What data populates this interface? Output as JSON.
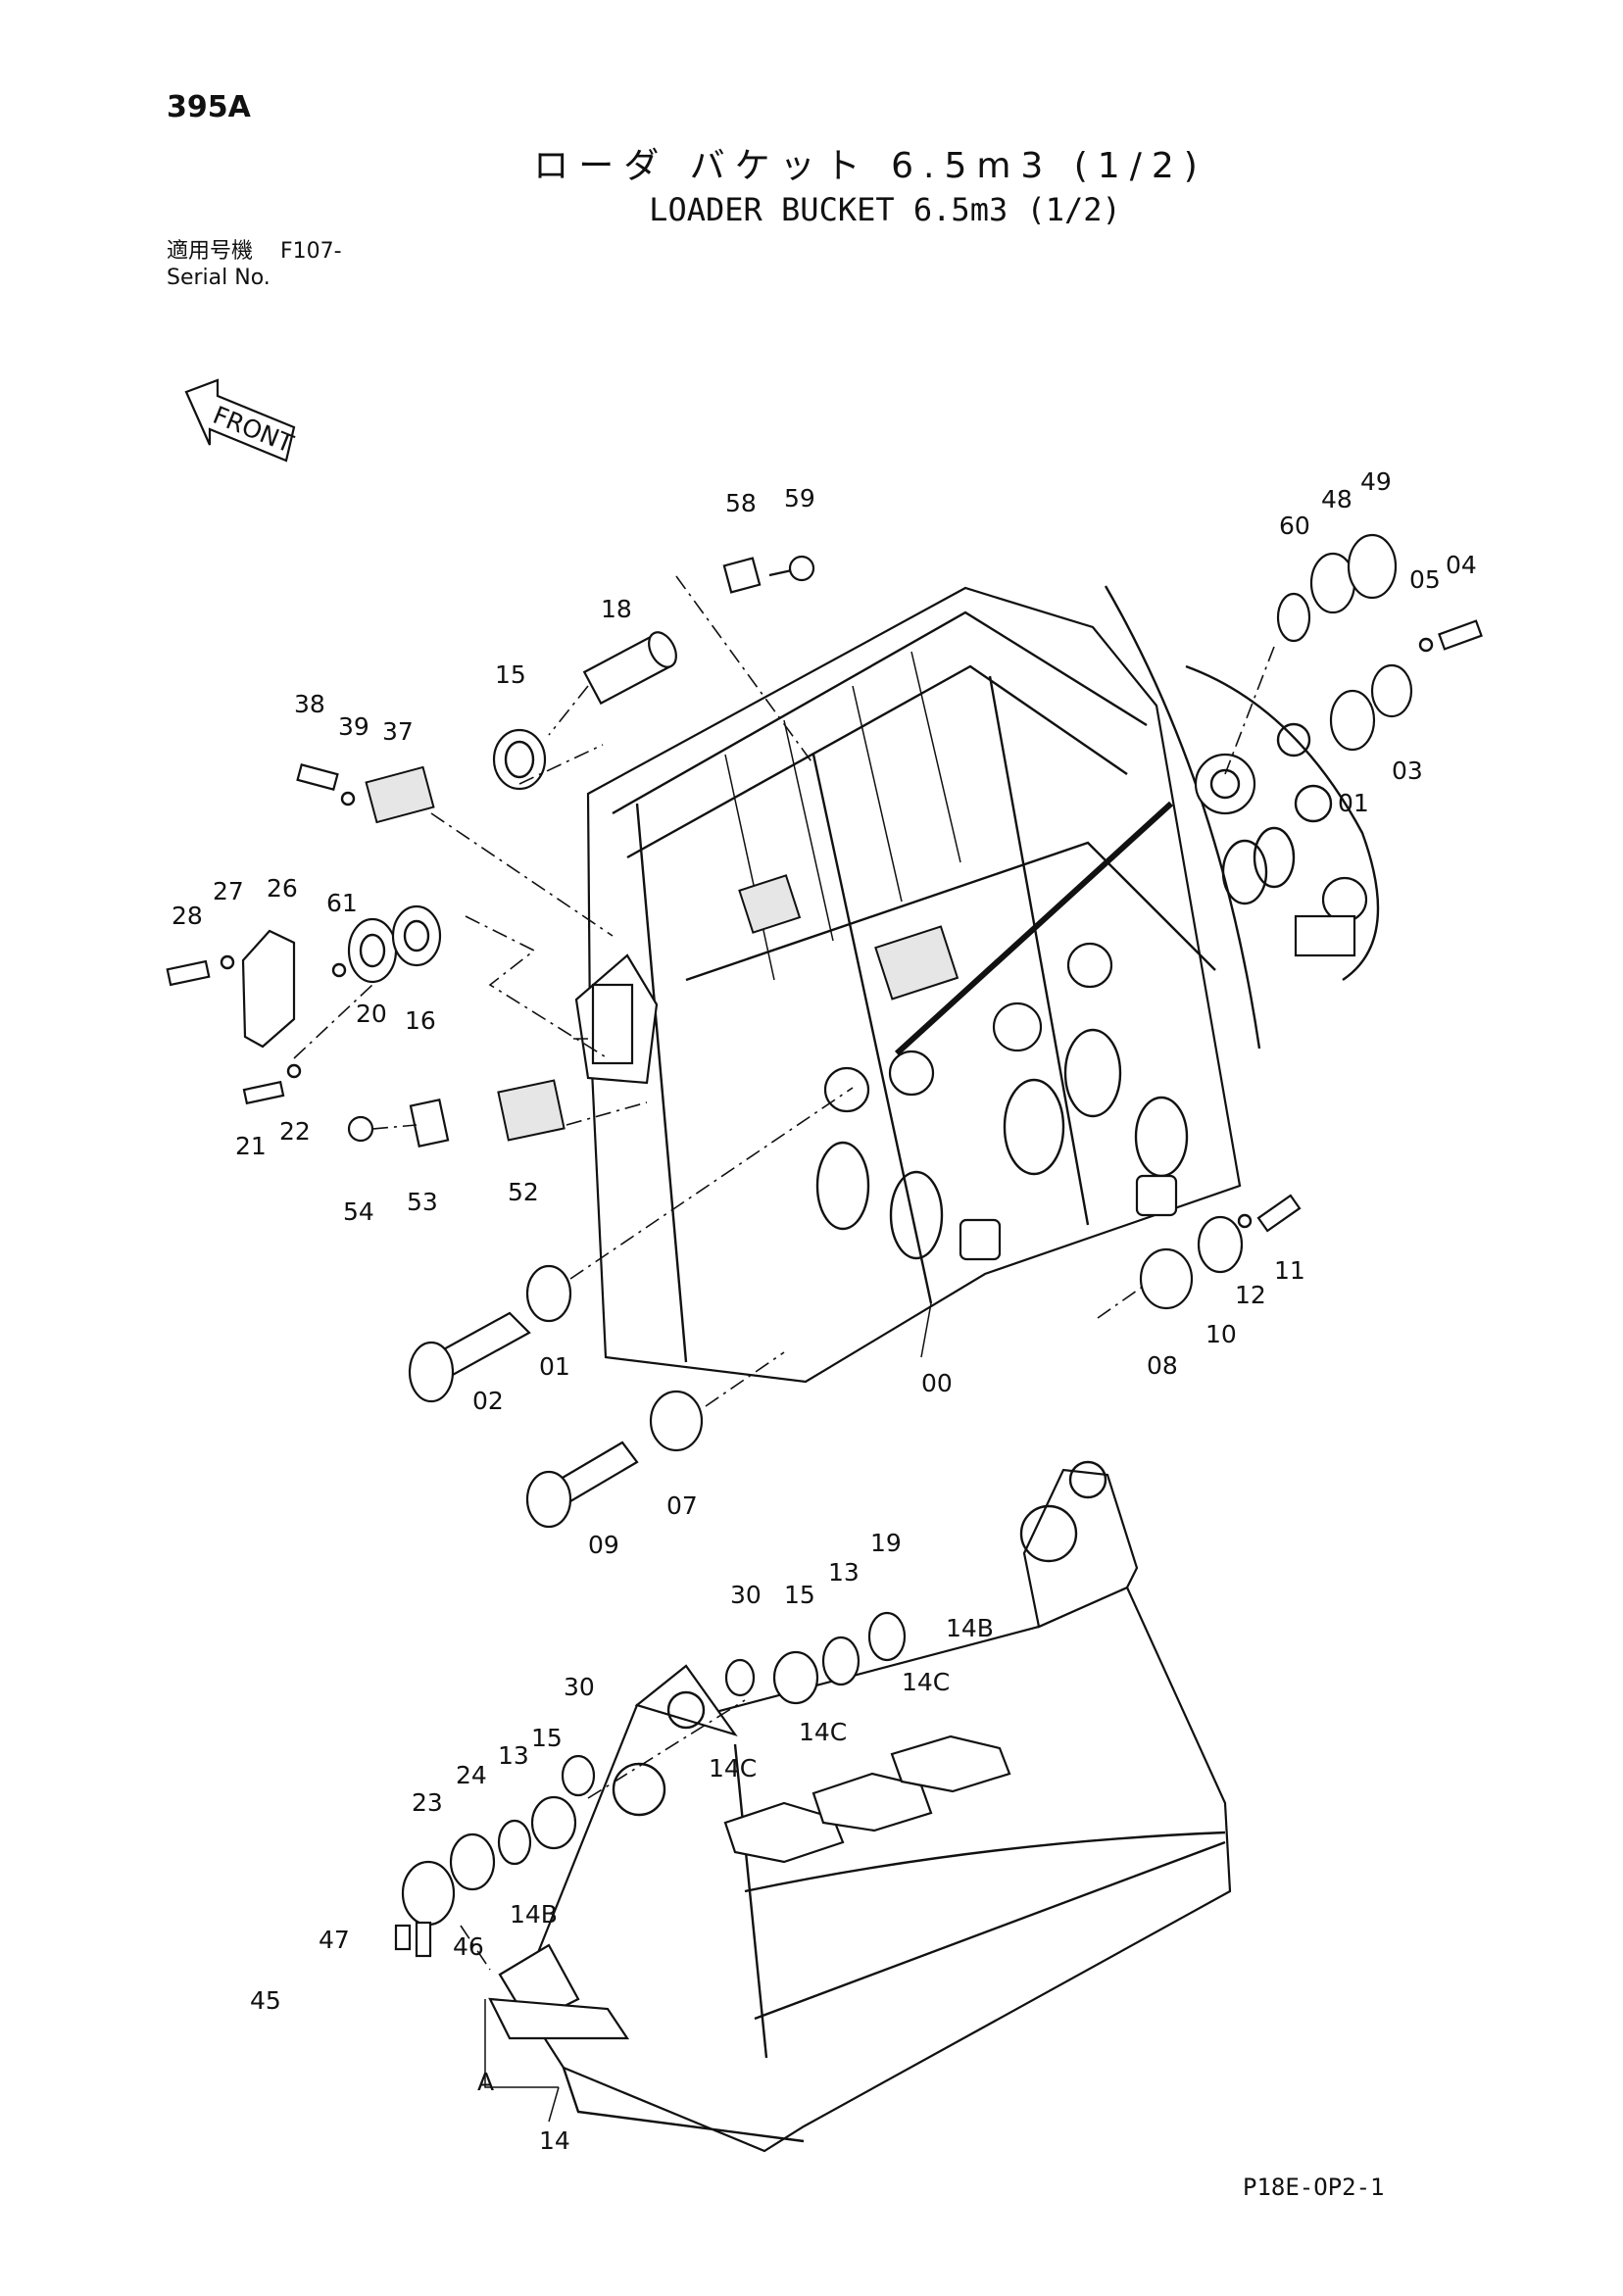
{
  "page_number": "395A",
  "title_jp": "ローダ バケット 6.5m3 (1/2)",
  "title_en": "LOADER BUCKET 6.5m3 (1/2)",
  "serial_label_jp": "適用号機",
  "serial_value": "F107-",
  "serial_label_en": "Serial No.",
  "front_marker": "FRONT",
  "detail_marker": "A",
  "footer_code": "P18E-OP2-1",
  "parts": [
    {
      "id": "p58",
      "label": "58"
    },
    {
      "id": "p59",
      "label": "59"
    },
    {
      "id": "p18",
      "label": "18"
    },
    {
      "id": "p15a",
      "label": "15"
    },
    {
      "id": "p38",
      "label": "38"
    },
    {
      "id": "p39",
      "label": "39"
    },
    {
      "id": "p37",
      "label": "37"
    },
    {
      "id": "p28",
      "label": "28"
    },
    {
      "id": "p27",
      "label": "27"
    },
    {
      "id": "p26",
      "label": "26"
    },
    {
      "id": "p61",
      "label": "61"
    },
    {
      "id": "p20",
      "label": "20"
    },
    {
      "id": "p16",
      "label": "16"
    },
    {
      "id": "p21",
      "label": "21"
    },
    {
      "id": "p22",
      "label": "22"
    },
    {
      "id": "p54",
      "label": "54"
    },
    {
      "id": "p53",
      "label": "53"
    },
    {
      "id": "p52",
      "label": "52"
    },
    {
      "id": "p60",
      "label": "60"
    },
    {
      "id": "p48",
      "label": "48"
    },
    {
      "id": "p49",
      "label": "49"
    },
    {
      "id": "p05",
      "label": "05"
    },
    {
      "id": "p04",
      "label": "04"
    },
    {
      "id": "p01a",
      "label": "01"
    },
    {
      "id": "p03",
      "label": "03"
    },
    {
      "id": "p02",
      "label": "02"
    },
    {
      "id": "p01b",
      "label": "01"
    },
    {
      "id": "p00",
      "label": "00"
    },
    {
      "id": "p08",
      "label": "08"
    },
    {
      "id": "p10",
      "label": "10"
    },
    {
      "id": "p12",
      "label": "12"
    },
    {
      "id": "p11",
      "label": "11"
    },
    {
      "id": "p09",
      "label": "09"
    },
    {
      "id": "p07",
      "label": "07"
    },
    {
      "id": "p19",
      "label": "19"
    },
    {
      "id": "p13a",
      "label": "13"
    },
    {
      "id": "p15b",
      "label": "15"
    },
    {
      "id": "p30a",
      "label": "30"
    },
    {
      "id": "p14Ba",
      "label": "14B"
    },
    {
      "id": "p14Ca",
      "label": "14C"
    },
    {
      "id": "p14Cb",
      "label": "14C"
    },
    {
      "id": "p30b",
      "label": "30"
    },
    {
      "id": "p15c",
      "label": "15"
    },
    {
      "id": "p13b",
      "label": "13"
    },
    {
      "id": "p24",
      "label": "24"
    },
    {
      "id": "p23",
      "label": "23"
    },
    {
      "id": "p14Cc",
      "label": "14C"
    },
    {
      "id": "p47",
      "label": "47"
    },
    {
      "id": "p46",
      "label": "46"
    },
    {
      "id": "p14Bb",
      "label": "14B"
    },
    {
      "id": "p45",
      "label": "45"
    },
    {
      "id": "p14",
      "label": "14"
    }
  ]
}
